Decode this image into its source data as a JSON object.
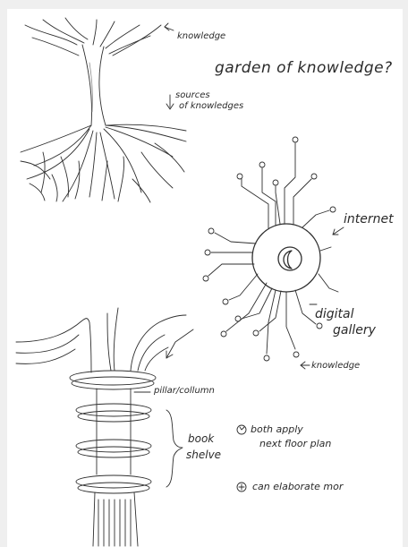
{
  "labels": {
    "knowledge_top": "knowledge",
    "title": "garden of knowledge?",
    "sources_line1": "sources",
    "sources_line2": "of knowledges",
    "internet": "internet",
    "digital_line1": "digital",
    "digital_line2": "gallery",
    "knowledge_bottom": "knowledge",
    "pillar": "pillar/collumn",
    "book_line1": "book",
    "book_line2": "shelve",
    "note1_line1": "both apply",
    "note1_line2": "next floor plan",
    "note2": "can elaborate mor"
  },
  "icons": {
    "tree": "tree-sketch-icon",
    "circuit": "circuit-hub-icon",
    "pillar": "pillar-bookshelf-sketch-icon",
    "moon": "crescent-icon"
  }
}
